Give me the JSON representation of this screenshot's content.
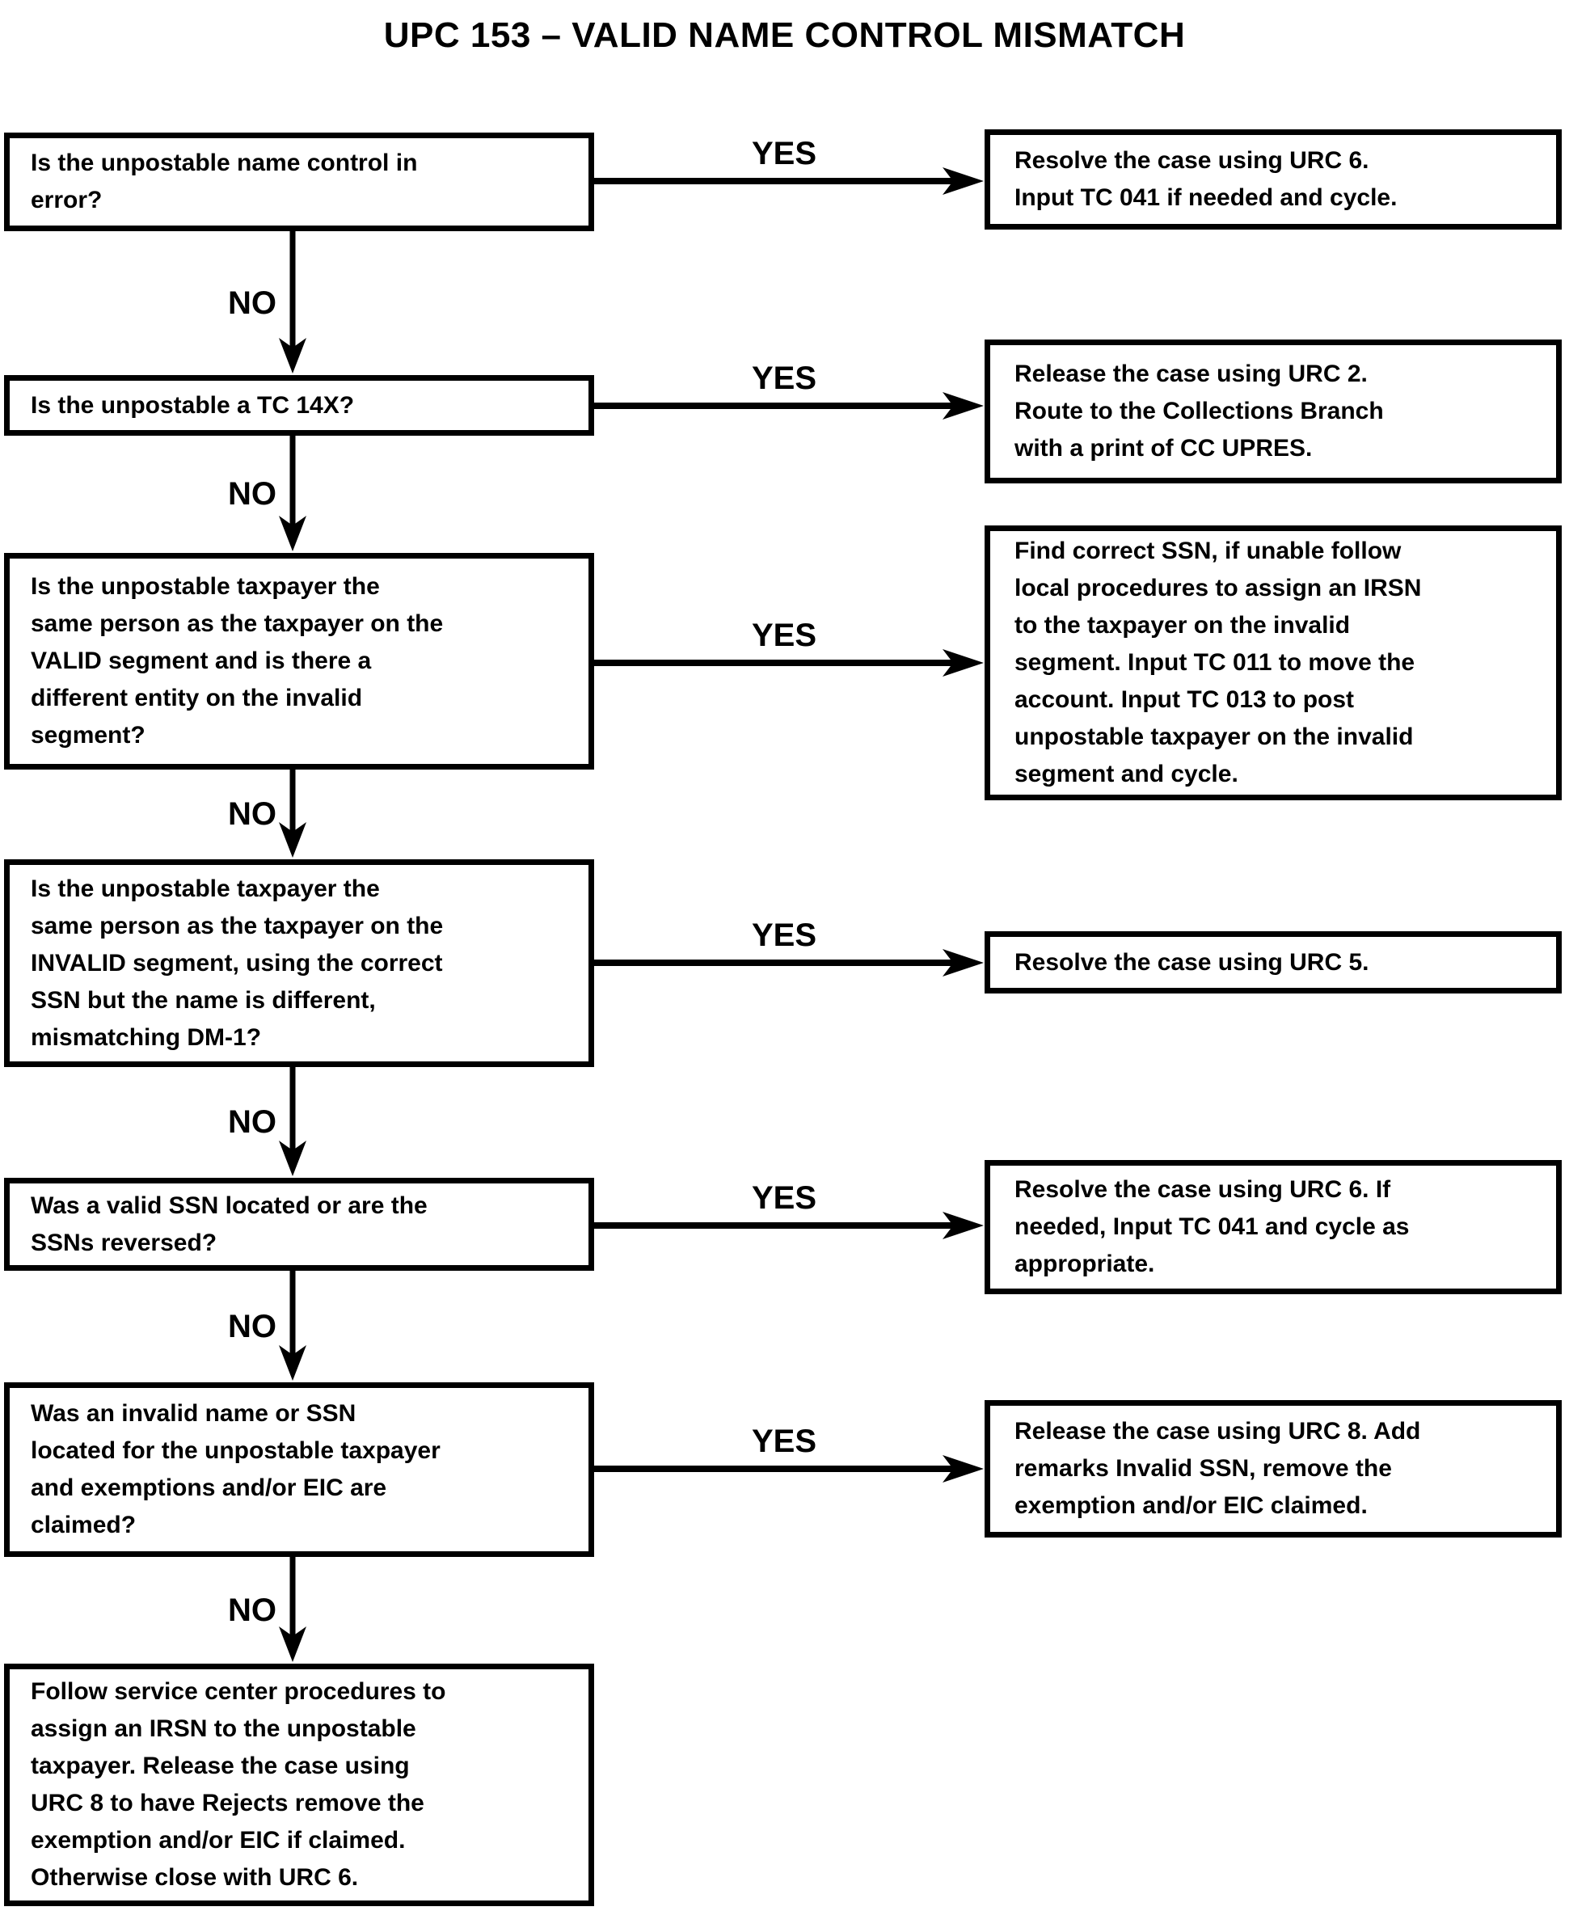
{
  "title": "UPC 153 – VALID NAME CONTROL MISMATCH",
  "labels": {
    "yes": "YES",
    "no": "NO"
  },
  "colors": {
    "line": "#000000",
    "background": "#ffffff",
    "text": "#000000"
  },
  "flowchart": {
    "steps": [
      {
        "question": "Is the unpostable name control in\nerror?",
        "yes_action": "Resolve the case using URC 6.\nInput TC 041 if needed and cycle."
      },
      {
        "question": "Is the unpostable a TC 14X?",
        "yes_action": "Release the case using URC 2.\nRoute to the Collections Branch\nwith a print of CC UPRES."
      },
      {
        "question": "Is the unpostable taxpayer the\nsame person as the taxpayer on the\nVALID segment and is there a\ndifferent entity on the invalid\nsegment?",
        "yes_action": "Find correct SSN, if unable follow\nlocal procedures to assign an IRSN\nto the taxpayer on the invalid\nsegment. Input TC 011 to move the\naccount.  Input TC 013 to post\nunpostable taxpayer on the invalid\nsegment and cycle."
      },
      {
        "question": "Is the unpostable taxpayer the\nsame person as the taxpayer on the\nINVALID segment, using the correct\nSSN but the name is different,\nmismatching DM-1?",
        "yes_action": "Resolve the case using URC 5."
      },
      {
        "question": "Was a valid SSN located or are the\nSSNs reversed?",
        "yes_action": "Resolve the case using URC 6. If\nneeded, Input TC 041 and cycle as\nappropriate."
      },
      {
        "question": "Was an invalid name or SSN\nlocated for the unpostable taxpayer\nand exemptions and/or EIC are\nclaimed?",
        "yes_action": "Release the case using URC 8. Add\nremarks Invalid SSN, remove the\nexemption and/or EIC claimed."
      }
    ],
    "final_action": "Follow service center procedures to\nassign an IRSN to the unpostable\ntaxpayer.  Release the case using\nURC 8 to have Rejects remove the\nexemption and/or EIC if claimed.\nOtherwise close with URC 6."
  }
}
